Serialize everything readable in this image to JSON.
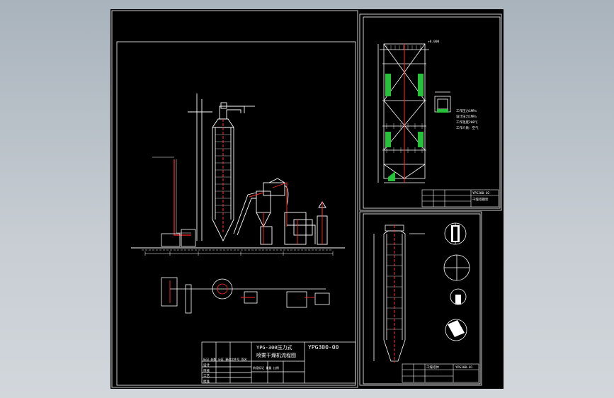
{
  "colors": {
    "app_background": "#b8c0c8",
    "drawing_area": "#000000",
    "frame_line": "#ffffff",
    "equipment_red": "#ff2b2b",
    "hatch_green": "#25c23a",
    "text_white": "#ffffff"
  },
  "sheet_main": {
    "title_line_1": "YPG-300压力式",
    "title_line_2": "喷雾干燥机流程图",
    "drawing_code": "YPG300-00",
    "tb_row_1": "标记 处数 分区 更改文件号 签名",
    "tb_row_2": "设计",
    "tb_row_3": "审核",
    "tb_row_4": "工艺",
    "tb_row_5": "批准",
    "tb_col_labels": "阶段标记 重量 比例"
  },
  "sheet_tower": {
    "drawing_code": "YPG300-02",
    "title": "干燥塔钢架"
  },
  "sheet_chamber": {
    "drawing_code": "YPG300-01",
    "title": "干燥塔体"
  },
  "callouts": {
    "elevation_top": "+8.000",
    "spec_1": "工作压力1MPa",
    "spec_2": "设计压力1MPa",
    "spec_3": "工作温度200℃",
    "spec_4": "工作介质：空气"
  },
  "icons": {
    "spray_tower": "spray-tower-icon",
    "cyclone": "cyclone-separator-icon",
    "bag_filter": "bag-filter-icon",
    "fan": "fan-icon",
    "heater": "air-heater-icon"
  }
}
